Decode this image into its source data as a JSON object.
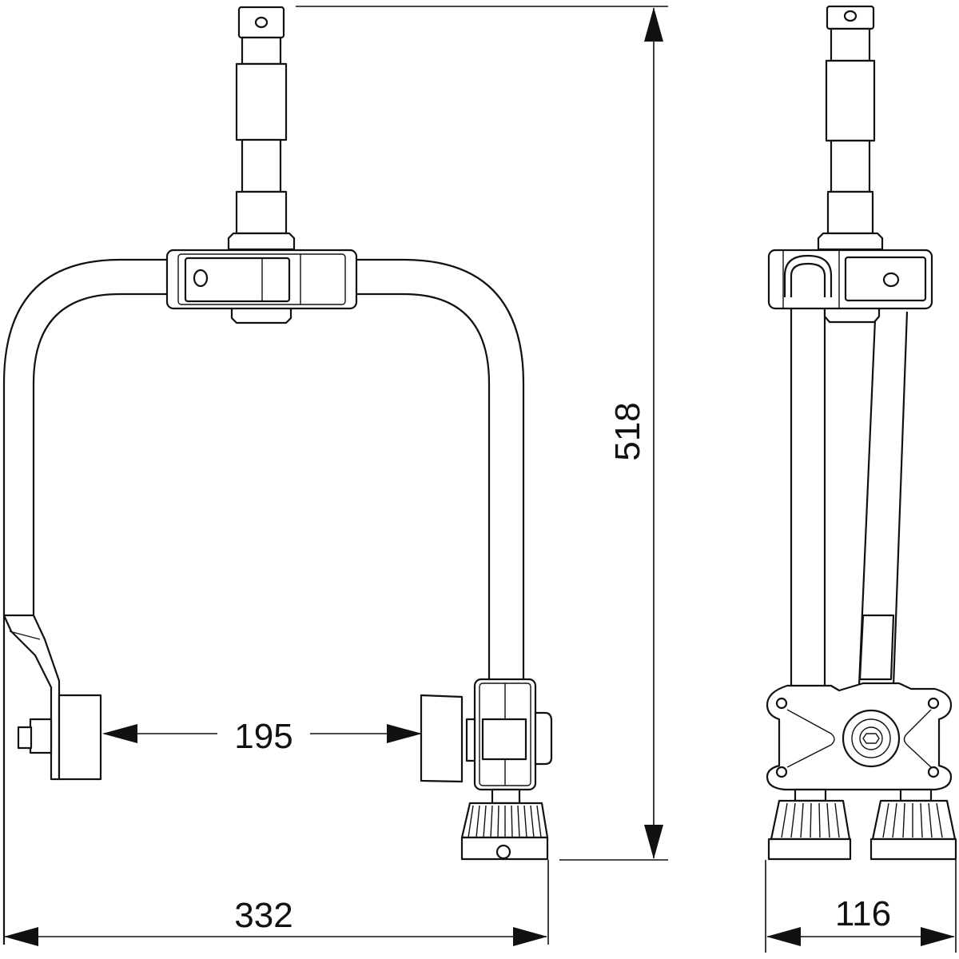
{
  "drawing": {
    "views": [
      "front-view",
      "side-view"
    ],
    "dimensions": {
      "height": "518",
      "inner_width": "195",
      "overall_width": "332",
      "depth": "116"
    },
    "line_color": "#111111",
    "background": "#ffffff"
  }
}
